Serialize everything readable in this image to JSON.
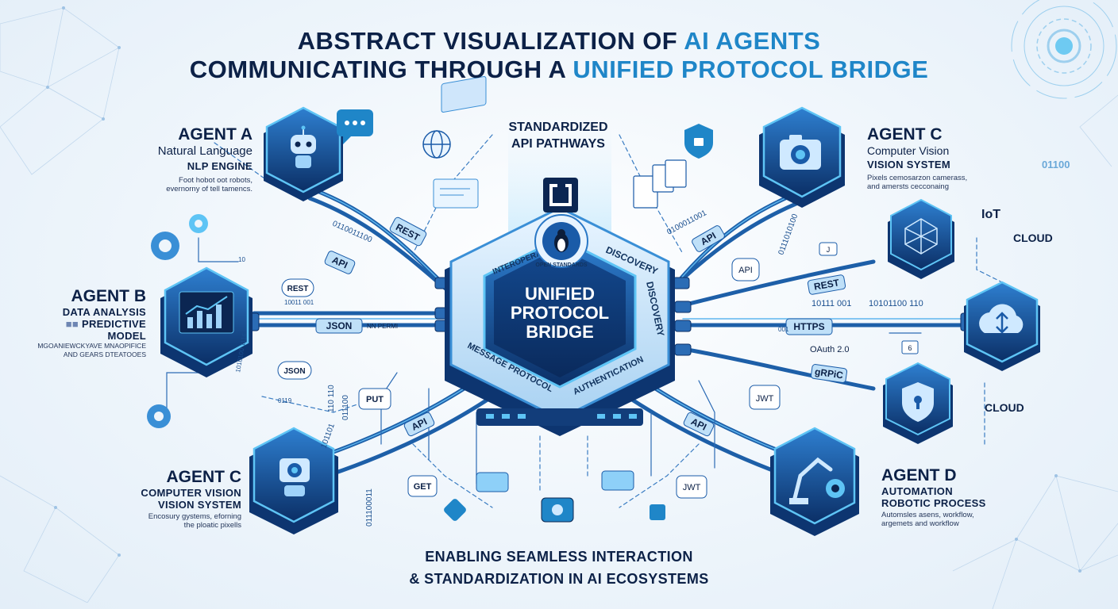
{
  "title": {
    "line1_a": "ABSTRACT VISUALIZATION OF ",
    "line1_b": "AI AGENTS",
    "line2_a": "COMMUNICATING THROUGH A ",
    "line2_b": "UNIFIED PROTOCOL BRIDGE"
  },
  "hub": {
    "line1": "UNIFIED",
    "line2": "PROTOCOL",
    "line3": "BRIDGE",
    "ring_labels": [
      "INTEROPERABILITY",
      "DISCOVERY",
      "DISCOVERY",
      "MESSAGE PROTOCOL",
      "AUTHENTICATION"
    ],
    "badge": "OPEN STANDARDS"
  },
  "api_pathways": {
    "line1": "STANDARDIZED",
    "line2": "API PATHWAYS"
  },
  "agents": {
    "a": {
      "name": "AGENT A",
      "line1": "Natural  Language",
      "line2": "NLP ENGINE",
      "small1": "Foot hobot oot robots,",
      "small2": "evernorny of tell tamencs."
    },
    "b": {
      "name": "AGENT B",
      "line1": "DATA ANALYSIS",
      "line2_prefix": "■■",
      "line2": "PREDICTIVE",
      "line3": "MODEL",
      "small1": "MGOANIEWCKYAVE MNAOPIFICE",
      "small2": "AND GEARS DTEATOOES"
    },
    "c_top": {
      "name": "AGENT C",
      "line1": "Computer Vision",
      "line2": "VISION SYSTEM",
      "small1": "Pixels cemosarzon camerass,",
      "small2": "and amersts cecconaing"
    },
    "c_bottom": {
      "name": "AGENT C",
      "line1": "COMPUTER VISION",
      "line2": "VISION SYSTEM",
      "small1": "Encosury gystems, eforning",
      "small2": "the ploatic pixells"
    },
    "d": {
      "name": "AGENT D",
      "line1": "AUTOMATION",
      "line2": "ROBOTIC PROCESS",
      "small1": "Automsles asens, workflow,",
      "small2": "argemets and workflow"
    }
  },
  "right_labels": {
    "iot": "IoT",
    "cloud1": "CLOUD",
    "cloud2": "CLOUD"
  },
  "tags": {
    "rest_a": "REST",
    "api_a": "API",
    "rest_b": "REST",
    "json_b": "JSON",
    "json_b_ext": "NN PERMI",
    "json_b2": "JSON",
    "put": "PUT",
    "api_cb": "API",
    "get": "GET",
    "api_top": "API",
    "api_right": "API",
    "rest_right": "REST",
    "https": "HTTPS",
    "oauth": "OAuth 2.0",
    "oauth_num": "6",
    "grpc": "gRPiC",
    "jwt": "JWT",
    "api_d": "API",
    "jwt2": "JWT",
    "j": "J"
  },
  "binary": {
    "b1": "01100",
    "b2": "0100011001",
    "b3": "10111 001",
    "b4": "10101100 110",
    "b5": "0110011100",
    "b6": "0111010100",
    "b7": "10011 001",
    "b8": "1010100 1116",
    "b9": "110 110",
    "b10": "011100",
    "b11": "011100011",
    "b12": "0119",
    "b13": "10",
    "b14": "101101",
    "b15": "001"
  },
  "footer": {
    "line1": "ENABLING SEAMLESS INTERACTION",
    "line2": "& STANDARDIZATION IN AI ECOSYSTEMS"
  },
  "colors": {
    "navy": "#0c2147",
    "accent": "#1f86c8",
    "dark_tile": "#0f3a78",
    "mid_blue": "#1a66b3",
    "glow": "#3fb6f0"
  },
  "icons": [
    "robot-icon",
    "chat-bubble-icon",
    "globe-icon",
    "document-icon",
    "shield-lock-icon",
    "camera-icon",
    "bar-chart-icon",
    "gear-icon",
    "network-icon",
    "cloud-sync-icon",
    "security-shield-icon",
    "robot-arm-icon",
    "penguin-icon",
    "lock-icon"
  ]
}
